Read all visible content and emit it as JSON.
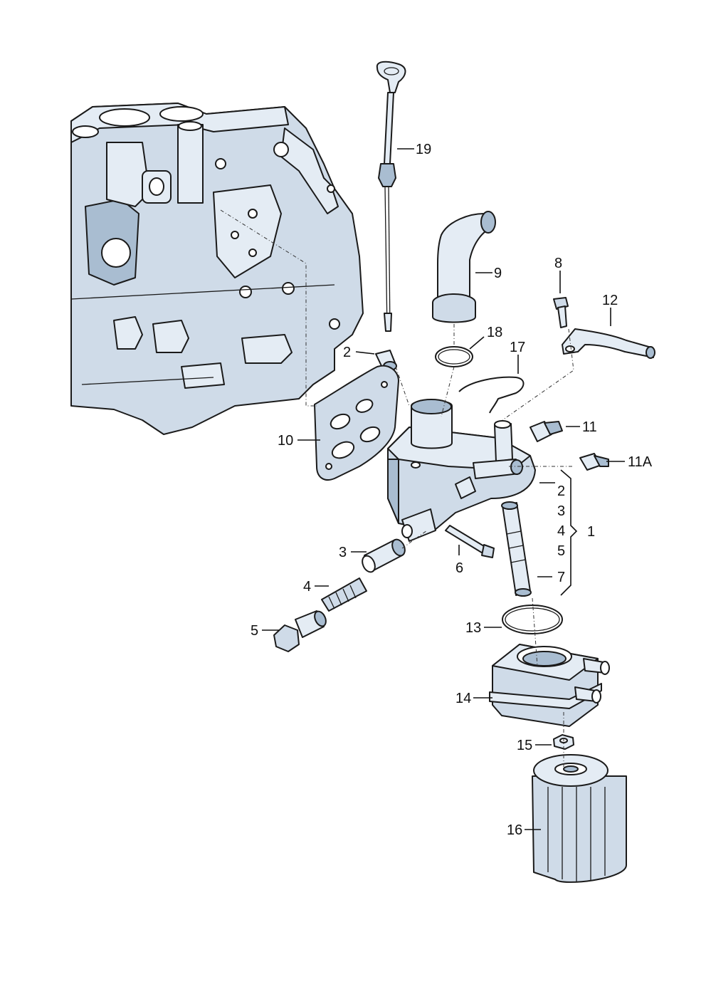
{
  "callouts": [
    {
      "id": "c19",
      "label": "19"
    },
    {
      "id": "c9",
      "label": "9"
    },
    {
      "id": "c8",
      "label": "8"
    },
    {
      "id": "c12",
      "label": "12"
    },
    {
      "id": "c18",
      "label": "18"
    },
    {
      "id": "c17",
      "label": "17"
    },
    {
      "id": "c2a",
      "label": "2"
    },
    {
      "id": "c11",
      "label": "11"
    },
    {
      "id": "c11a",
      "label": "11A"
    },
    {
      "id": "c10",
      "label": "10"
    },
    {
      "id": "c2b",
      "label": "2"
    },
    {
      "id": "c3b",
      "label": "3"
    },
    {
      "id": "c4b",
      "label": "4"
    },
    {
      "id": "c1",
      "label": "1"
    },
    {
      "id": "c5b",
      "label": "5"
    },
    {
      "id": "c7",
      "label": "7"
    },
    {
      "id": "c3",
      "label": "3"
    },
    {
      "id": "c6",
      "label": "6"
    },
    {
      "id": "c4",
      "label": "4"
    },
    {
      "id": "c5",
      "label": "5"
    },
    {
      "id": "c13",
      "label": "13"
    },
    {
      "id": "c14",
      "label": "14"
    },
    {
      "id": "c15",
      "label": "15"
    },
    {
      "id": "c16",
      "label": "16"
    }
  ]
}
